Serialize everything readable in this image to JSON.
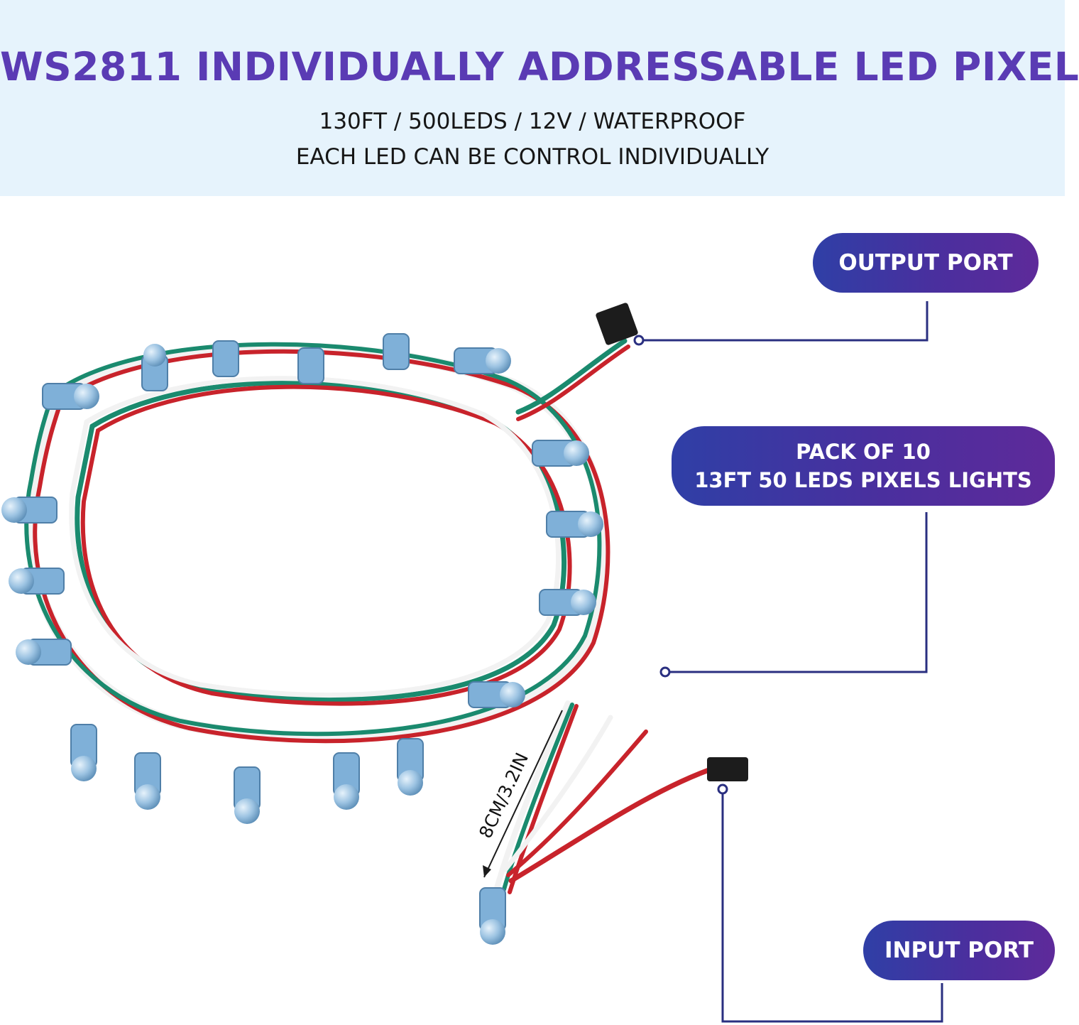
{
  "header": {
    "title": "WS2811 INDIVIDUALLY ADDRESSABLE LED PIXEL",
    "specs": "130FT / 500LEDS / 12V / WATERPROOF",
    "tagline": "EACH LED CAN BE CONTROL INDIVIDUALLY"
  },
  "callouts": {
    "output_port": "OUTPUT PORT",
    "pack_line1": "PACK OF 10",
    "pack_line2": "13FT 50 LEDS PIXELS LIGHTS",
    "input_port": "INPUT PORT"
  },
  "dimension_label": "8CM/3.2IN",
  "colors": {
    "banner_bg": "#e6f3fc",
    "title": "#5a3bb4",
    "pill_start": "#2f3fa6",
    "pill_end": "#5e2a9a",
    "leader_line": "#2a2f80",
    "wire_red": "#c8232b",
    "wire_green": "#1a8a6e",
    "wire_white": "#f2f2f2",
    "led_body": "#7fb0d8"
  },
  "icons": [
    "connector-icon",
    "led-pixel-icon"
  ]
}
